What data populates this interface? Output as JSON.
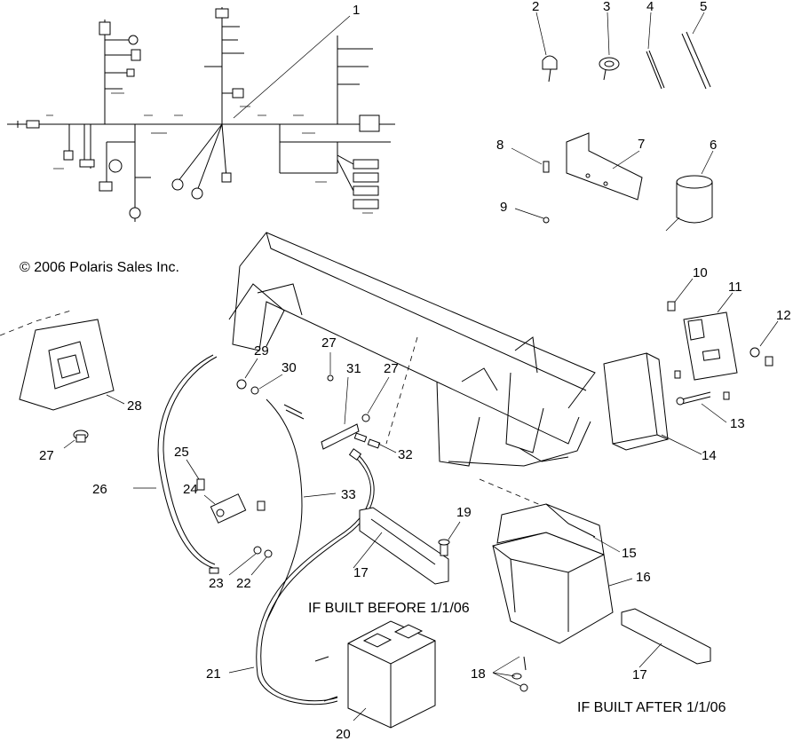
{
  "copyright": "© 2006 Polaris Sales Inc.",
  "notes": {
    "before": "IF BUILT BEFORE 1/1/06",
    "after": "IF BUILT AFTER 1/1/06"
  },
  "callouts": [
    "1",
    "2",
    "3",
    "4",
    "5",
    "6",
    "7",
    "8",
    "9",
    "10",
    "11",
    "12",
    "13",
    "14",
    "15",
    "16",
    "17",
    "17",
    "18",
    "19",
    "20",
    "21",
    "22",
    "23",
    "24",
    "25",
    "26",
    "27",
    "27",
    "27",
    "28",
    "29",
    "30",
    "31",
    "32",
    "33"
  ]
}
